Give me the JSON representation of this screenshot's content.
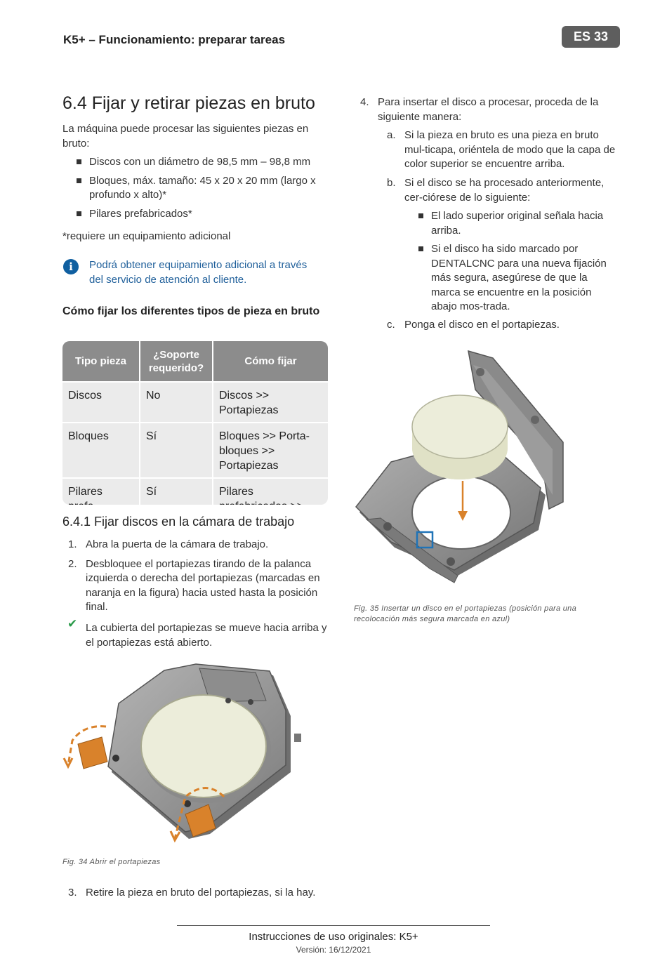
{
  "header": {
    "title": "K5+ – Funcionamiento: preparar tareas",
    "page_badge": "ES 33"
  },
  "section": {
    "title": "6.4 Fijar y retirar piezas en bruto",
    "intro": "La máquina puede procesar las siguientes piezas en bruto:",
    "bullets": [
      "Discos con un diámetro de 98,5 mm – 98,8 mm",
      "Bloques, máx. tamaño: 45 x 20 x 20 mm (largo x profundo x alto)*",
      "Pilares prefabricados*"
    ],
    "footnote": "*requiere un equipamiento adicional",
    "info_icon": "i",
    "info": "Podrá obtener equipamiento adicional a través del servicio de atención al cliente."
  },
  "table": {
    "heading": "Cómo fijar los diferentes tipos de pieza en bruto",
    "headers": [
      "Tipo pieza",
      "¿Soporte requerido?",
      "Cómo fijar"
    ],
    "rows": [
      [
        "Discos",
        "No",
        "Discos >> Portapiezas"
      ],
      [
        "Bloques",
        "Sí",
        "Bloques >> Porta-bloques >> Portapiezas"
      ],
      [
        "Pilares prefa-bricados",
        "Sí",
        "Pilares prefabricados >> Soporte de pilar prefa-bricado >> Portapiezas"
      ]
    ]
  },
  "subsection": {
    "title": "6.4.1 Fijar discos en la cámara de trabajo",
    "steps": [
      {
        "num": "1.",
        "text": "Abra la puerta de la cámara de trabajo."
      },
      {
        "num": "2.",
        "text": "Desbloquee el portapiezas tirando de la palanca izquierda o derecha del portapiezas (marcadas en naranja en la figura) hacia usted hasta la posición final."
      }
    ],
    "result_icon": "✔",
    "result": "La cubierta del portapiezas se mueve hacia arriba y el portapiezas está abierto.",
    "fig34_caption": "Fig. 34 Abrir el portapiezas",
    "step3_num": "3.",
    "step3": "Retire la pieza en bruto del portapiezas, si la hay."
  },
  "right_column": {
    "step4_num": "4.",
    "step4": "Para insertar el disco a procesar, proceda de la siguiente manera:",
    "sub": [
      {
        "label": "a.",
        "text": "Si la pieza en bruto es una pieza en bruto mul-ticapa, oriéntela de modo que la capa de color superior se encuentre arriba."
      },
      {
        "label": "b.",
        "text": "Si el disco se ha procesado anteriormente, cer-ciórese de lo siguiente:"
      }
    ],
    "sub_bullets": [
      "El lado superior original señala hacia arriba.",
      "Si el disco ha sido marcado por DENTALCNC para una nueva fijación más segura, asegúrese de que la marca se encuentre en la posición abajo mos-trada."
    ],
    "sub_c_label": "c.",
    "sub_c": "Ponga el disco en el portapiezas.",
    "fig35_caption": "Fig. 35 Insertar un disco en el portapiezas (posición para una recolocación más segura marcada en azul)"
  },
  "footer": {
    "title": "Instrucciones de uso originales: K5+",
    "version": "Versión: 16/12/2021"
  }
}
